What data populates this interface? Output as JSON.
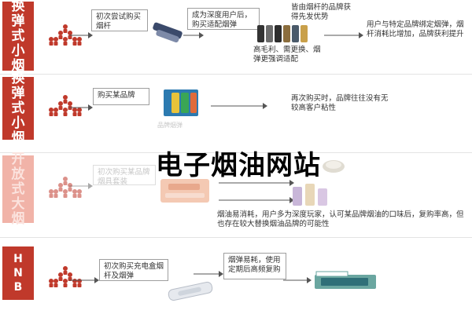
{
  "rows": [
    {
      "label": [
        "换",
        "弹",
        "式",
        "小",
        "烟"
      ],
      "step1": "初次尝试购买烟杆",
      "step2": "成为深度用户后，购买适配烟弹",
      "step3_top": "皆由烟杆的品牌获得先发优势",
      "step3_bottom": "高毛利、需更换、烟弹更强调适配",
      "step4": "用户与特定品牌绑定烟弹，烟杆消耗比增加，品牌获利提升"
    },
    {
      "label": [
        "换",
        "弹",
        "式",
        "小",
        "烟"
      ],
      "step1": "购买某品牌",
      "step2": "再次购买时，品牌往往没有无较高客户粘性",
      "img_caption": "品牌烟弹"
    },
    {
      "label": [
        "开",
        "放",
        "式",
        "大",
        "烟"
      ],
      "step1": "初次购买某品牌烟具套装",
      "step2": "烟油易消耗，用户多为深度玩家，认可某品牌烟油的口味后，复购率高，但也存在较大替换烟油品牌的可能性"
    },
    {
      "label": [
        "H",
        "N",
        "B"
      ],
      "step1": "初次购买充电盒烟杆及烟弹",
      "step2": "烟弹易耗，使用定期后高频复购"
    }
  ],
  "watermark": "电子烟油网站",
  "colors": {
    "label_red": "#c0392b",
    "label_faded": "#f1b3a8",
    "people_red": "#c0392b"
  }
}
